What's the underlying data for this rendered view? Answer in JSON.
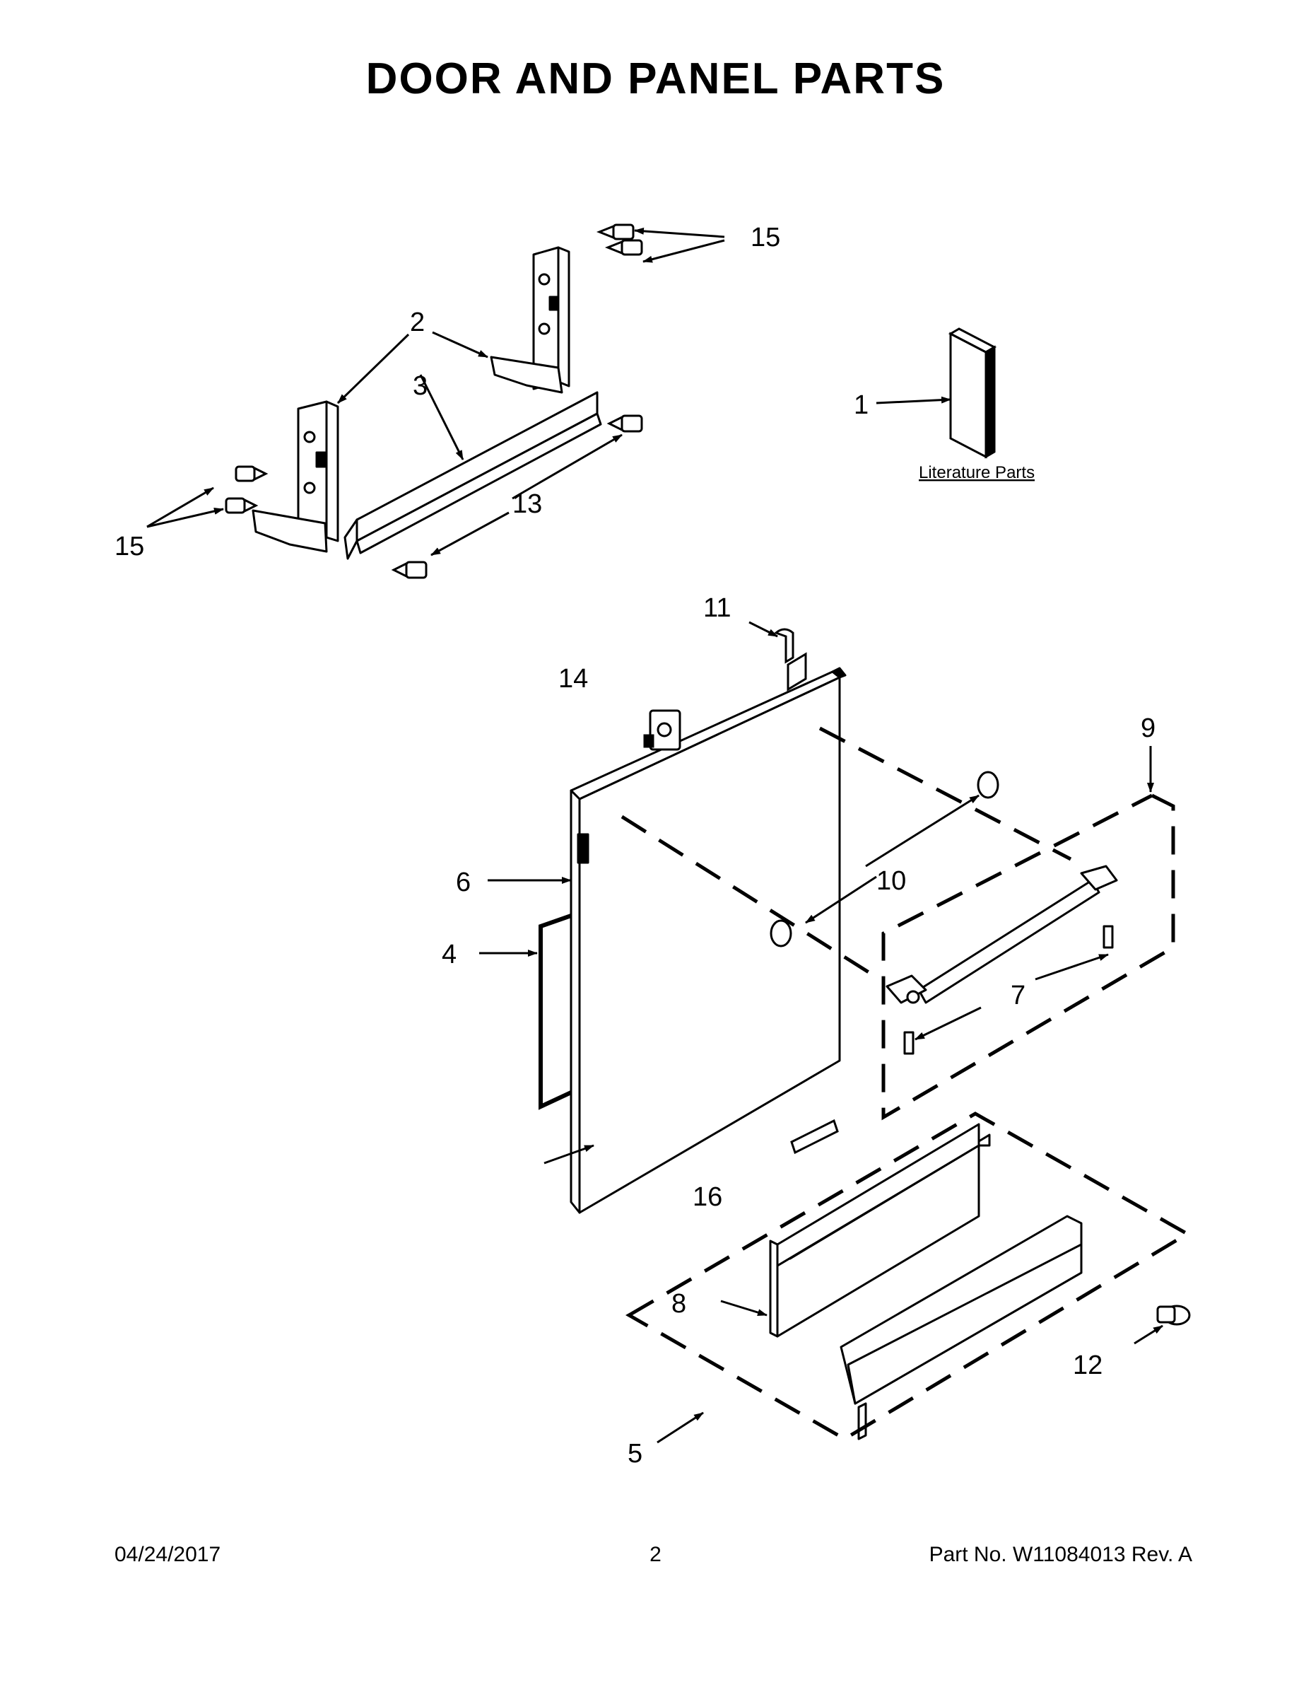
{
  "page": {
    "title": "DOOR AND PANEL PARTS",
    "footer_date": "04/24/2017",
    "footer_page": "2",
    "footer_part": "Part No. W11084013 Rev. A"
  },
  "literature_label": "Literature Parts",
  "callouts": [
    "1",
    "2",
    "3",
    "4",
    "5",
    "6",
    "7",
    "8",
    "9",
    "10",
    "11",
    "12",
    "13",
    "14",
    "15",
    "15",
    "16"
  ]
}
